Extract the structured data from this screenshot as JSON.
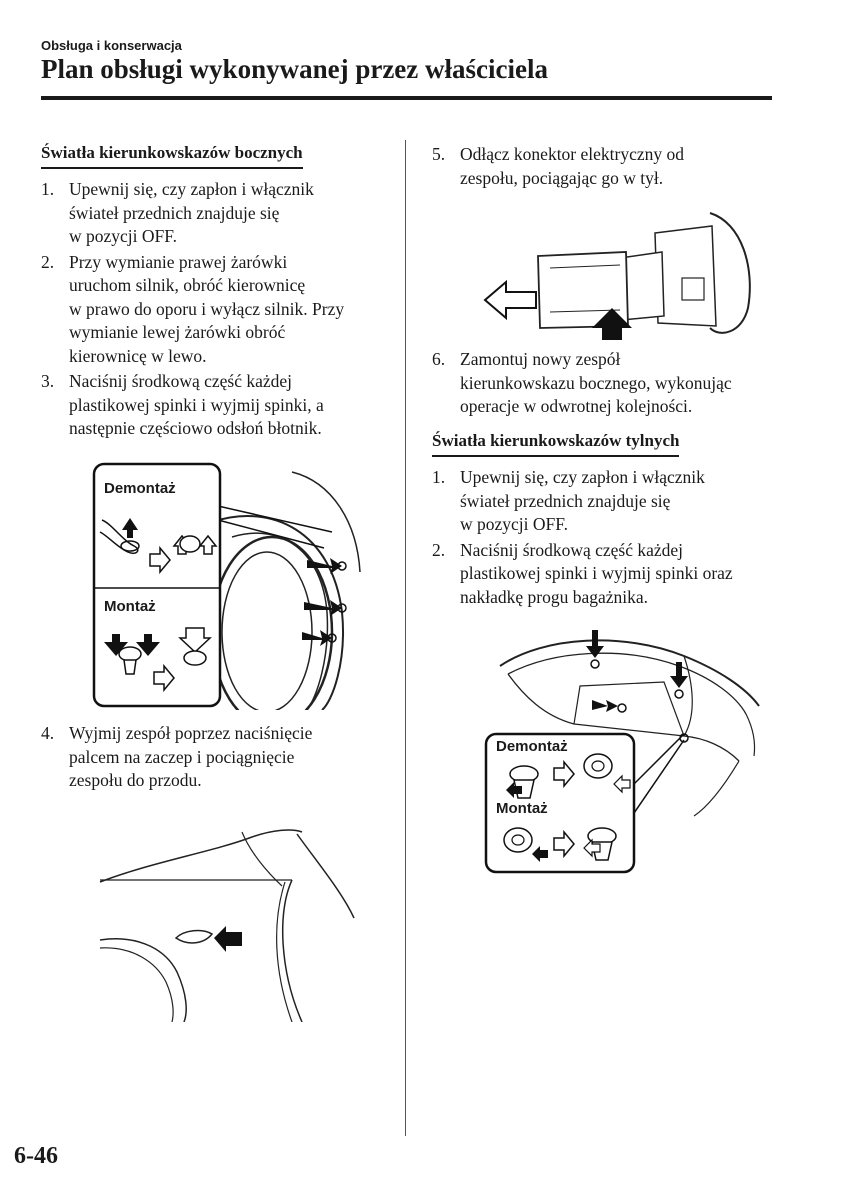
{
  "header": {
    "section": "Obsługa i konserwacja",
    "title": "Plan obsługi wykonywanej przez właściciela"
  },
  "left": {
    "heading": "Światła kierunkowskazów bocznych",
    "steps": [
      {
        "num": "1.",
        "lines": [
          "Upewnij się, czy zapłon i włącznik",
          "świateł przednich znajduje się",
          "w pozycji OFF."
        ]
      },
      {
        "num": "2.",
        "lines": [
          "Przy wymianie prawej żarówki",
          "uruchom silnik, obróć kierownicę",
          "w prawo do oporu i wyłącz silnik. Przy",
          "wymianie lewej żarówki obróć",
          "kierownicę w lewo."
        ]
      },
      {
        "num": "3.",
        "lines": [
          "Naciśnij środkową część każdej",
          "plastikowej spinki i wyjmij spinki, a",
          "następnie częściowo odsłoń błotnik."
        ]
      },
      {
        "num": "4.",
        "lines": [
          "Wyjmij zespół poprzez naciśnięcie",
          "palcem na zaczep i pociągnięcie",
          "zespołu do przodu."
        ]
      }
    ],
    "figure1": {
      "label_remove": "Demontaż",
      "label_install": "Montaż"
    }
  },
  "right": {
    "steps_top": [
      {
        "num": "5.",
        "lines": [
          "Odłącz konektor elektryczny od",
          "zespołu, pociągając go w tył."
        ]
      },
      {
        "num": "6.",
        "lines": [
          "Zamontuj nowy zespół",
          "kierunkowskazu bocznego, wykonując",
          "operacje w odwrotnej kolejności."
        ]
      }
    ],
    "heading": "Światła kierunkowskazów tylnych",
    "steps_bottom": [
      {
        "num": "1.",
        "lines": [
          "Upewnij się, czy zapłon i włącznik",
          "świateł przednich znajduje się",
          "w pozycji OFF."
        ]
      },
      {
        "num": "2.",
        "lines": [
          "Naciśnij środkową część każdej",
          "plastikowej spinki i wyjmij spinki oraz",
          "nakładkę progu bagażnika."
        ]
      }
    ],
    "figure4": {
      "label_remove": "Demontaż",
      "label_install": "Montaż"
    }
  },
  "footer": {
    "page_number": "6-46"
  }
}
